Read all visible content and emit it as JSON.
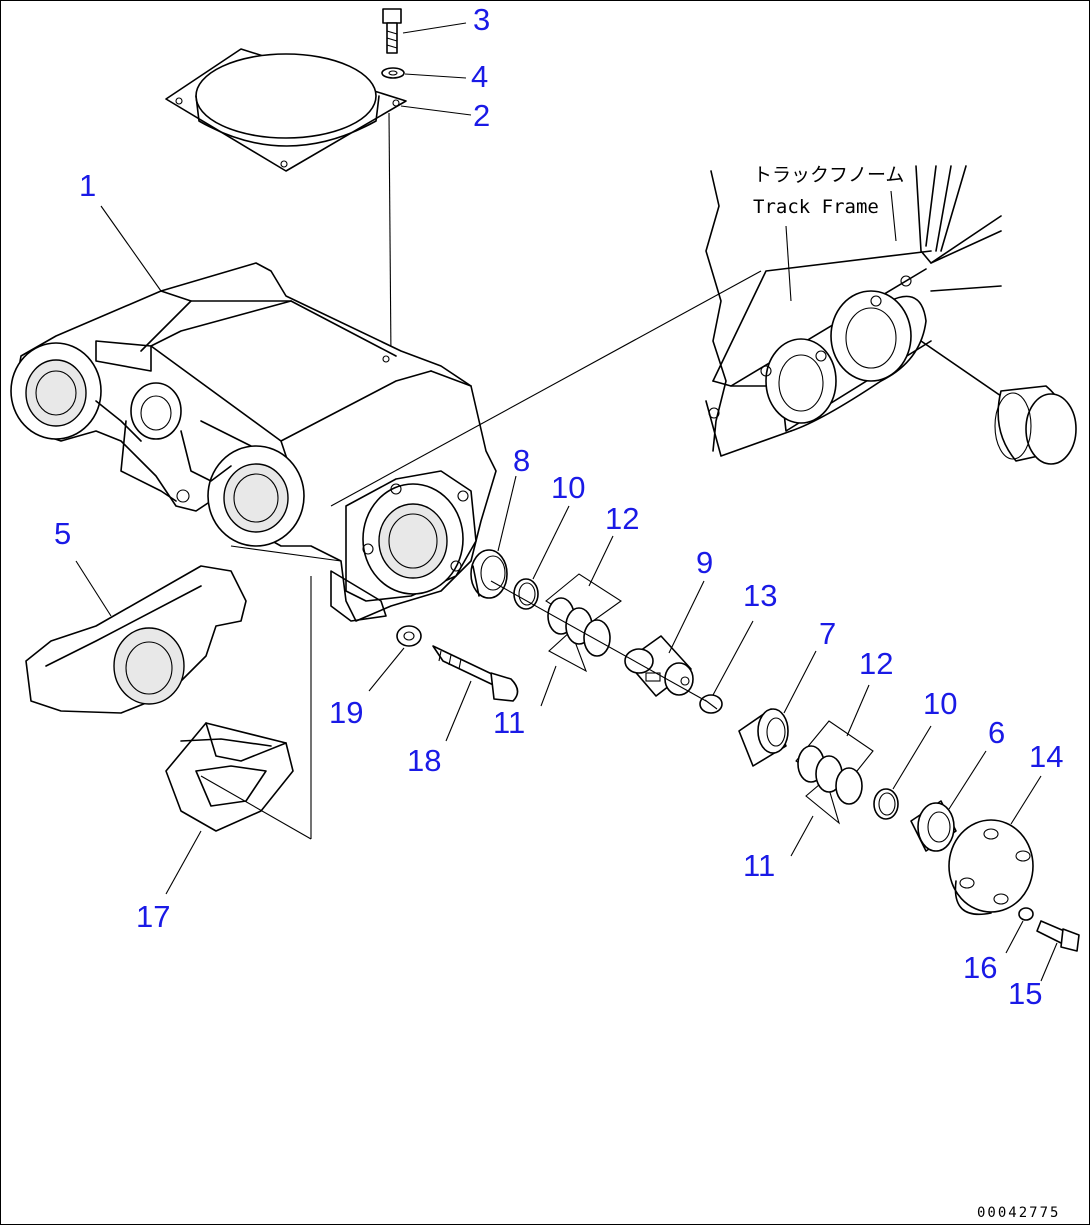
{
  "diagram": {
    "track_frame_label_jp": "トラックフノーム",
    "track_frame_label_en": "Track Frame",
    "document_id": "00042775",
    "callouts": {
      "c1": "1",
      "c2": "2",
      "c3": "3",
      "c4": "4",
      "c5": "5",
      "c6": "6",
      "c7": "7",
      "c8": "8",
      "c9": "9",
      "c10a": "10",
      "c10b": "10",
      "c11a": "11",
      "c11b": "11",
      "c12a": "12",
      "c12b": "12",
      "c13": "13",
      "c14": "14",
      "c15": "15",
      "c16": "16",
      "c17": "17",
      "c18": "18",
      "c19": "19"
    },
    "colors": {
      "callout": "#1a1ae6",
      "line": "#000000",
      "background": "#ffffff"
    }
  }
}
